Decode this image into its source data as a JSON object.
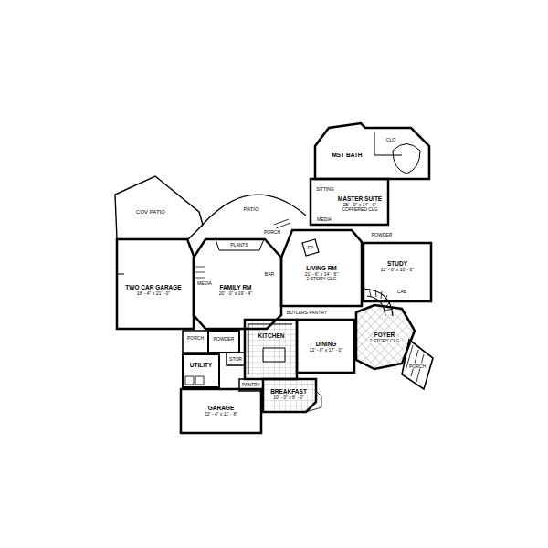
{
  "diagram": {
    "nodes": [
      {
        "text": [
          "MST BATH"
        ]
      },
      {
        "text": [
          "MASTER SUITE",
          "25' - 0\" x 14' - 0\"",
          "COFFERED CLG"
        ]
      },
      {
        "text": [
          "STUDY",
          "12' - 6\" x 10' - 8\""
        ]
      },
      {
        "text": [
          "LIVING RM",
          "21' - 6\" x 14' - 6\"",
          "2 STORY CLG"
        ]
      },
      {
        "text": [
          "TWO CAR GARAGE",
          "18' - 4\" x 21' - 0\""
        ]
      },
      {
        "text": [
          "FAMILY RM",
          "20' - 0\" x 19' - 4\""
        ]
      },
      {
        "text": [
          "FOYER",
          "2 STORY CLG"
        ]
      },
      {
        "text": [
          "KITCHEN"
        ]
      },
      {
        "text": [
          "DINING",
          "12' - 8\" x 17' - 0\""
        ]
      },
      {
        "text": [
          "UTILITY"
        ]
      },
      {
        "text": [
          "BREAKFAST",
          "10' - 0\" x 8' - 0\""
        ]
      },
      {
        "text": [
          "GARAGE",
          "22' - 4\" x 11' - 8\""
        ]
      }
    ],
    "labels": [
      "COV PATIO",
      "PATIO",
      "PLANTS",
      "PORCH",
      "CLO",
      "SITTING",
      "MEDIA",
      "POWDER",
      "CAB",
      "FP",
      "BAR",
      "MEDIA",
      "BUTLERS PANTRY",
      "PORCH",
      "PORCH",
      "POWDER",
      "STOR",
      "PANTRY"
    ]
  }
}
